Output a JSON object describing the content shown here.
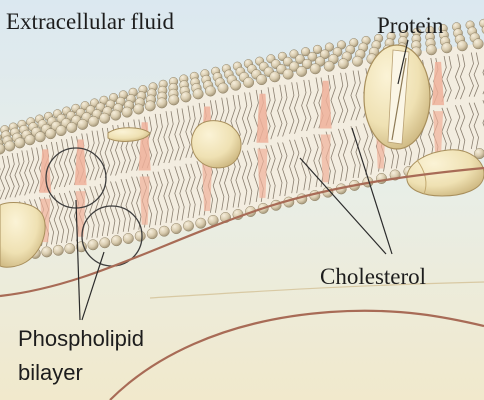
{
  "labels": {
    "extracellular_fluid": "Extracellular fluid",
    "protein": "Protein",
    "cholesterol": "Cholesterol",
    "phospholipid": "Phospholipid",
    "bilayer": "bilayer"
  },
  "colors": {
    "background_top": "#dbe8f0",
    "background_bottom": "#f1e9cc",
    "membrane_core": "#f3ede0",
    "lipid_head": "#d9ccaf",
    "lipid_head_highlight": "#f3ead6",
    "lipid_tail": "#8a7f70",
    "cholesterol": "#efb09a",
    "protein": "#efe1b3",
    "curve": "#a86b56"
  },
  "icons": {
    "protein_channel": "transmembrane-protein-icon",
    "cholesterol": "cholesterol-molecule-icon",
    "phospholipid": "phospholipid-molecule-icon"
  }
}
